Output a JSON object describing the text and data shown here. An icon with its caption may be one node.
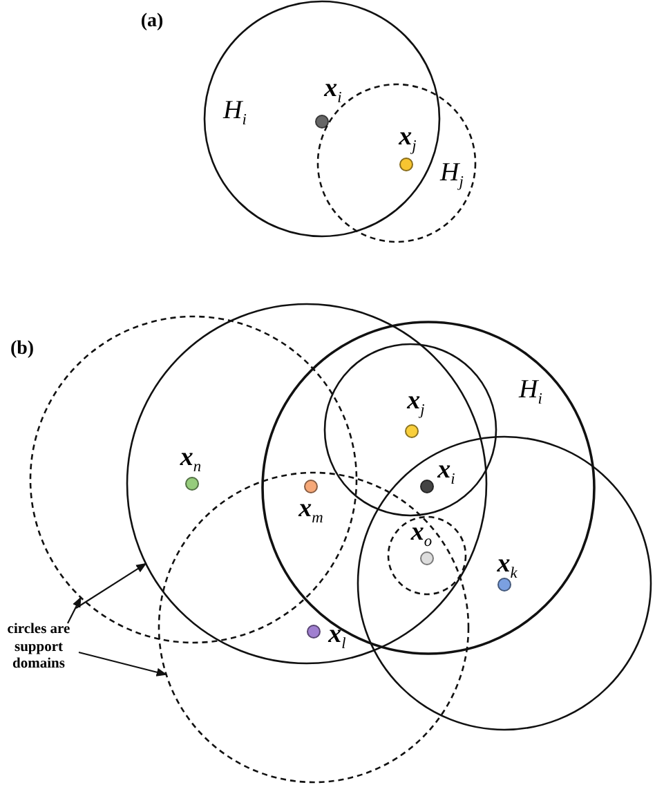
{
  "diagram": {
    "nodes": [
      {
        "text": [
          "H$_{i}$"
        ]
      },
      {
        "text": [],
        "shape": "circle",
        "beside": [
          "**x**$_{i}$"
        ],
        "in": 0
      },
      {
        "text": [
          "H$_{j}$"
        ]
      },
      {
        "text": [],
        "shape": "circle",
        "beside": [
          "**x**$_{j}$"
        ]
      },
      {
        "text": [],
        "shape": "circle"
      },
      {
        "text": [],
        "shape": "circle"
      },
      {
        "text": [
          "H$_{i}$"
        ]
      },
      {
        "text": [],
        "shape": "circle"
      },
      {
        "text": [],
        "shape": "circle",
        "beside": [
          "**x**$_{j}$"
        ],
        "in": 7
      },
      {
        "text": [],
        "shape": "circle",
        "beside": [
          "**x**$_{n}$"
        ]
      },
      {
        "text": [],
        "shape": "circle",
        "beside": [
          "**x**$_{m}$"
        ]
      },
      {
        "text": [],
        "shape": "circle",
        "beside": [
          "**x**$_{i}$"
        ]
      },
      {
        "text": [],
        "shape": "circle"
      },
      {
        "text": [],
        "shape": "circle"
      },
      {
        "text": [],
        "shape": "circle",
        "beside": [
          "**x**$_{o}$"
        ],
        "in": 13
      },
      {
        "text": [],
        "shape": "circle",
        "beside": [
          "**x**$_{k}$"
        ]
      },
      {
        "text": [],
        "shape": "circle"
      },
      {
        "text": [],
        "shape": "circle",
        "beside": [
          "**x**$_{l}$"
        ]
      },
      {
        "text": [
          "circles are support domains"
        ]
      }
    ],
    "edges": [
      {
        "from": 18,
        "to": 5,
        "arrow": "to"
      },
      {
        "from": 18,
        "to": 4,
        "arrow": "to"
      },
      {
        "from": 18,
        "to": 16,
        "arrow": "to"
      }
    ],
    "labels": [
      "(a)",
      "(b)"
    ]
  }
}
